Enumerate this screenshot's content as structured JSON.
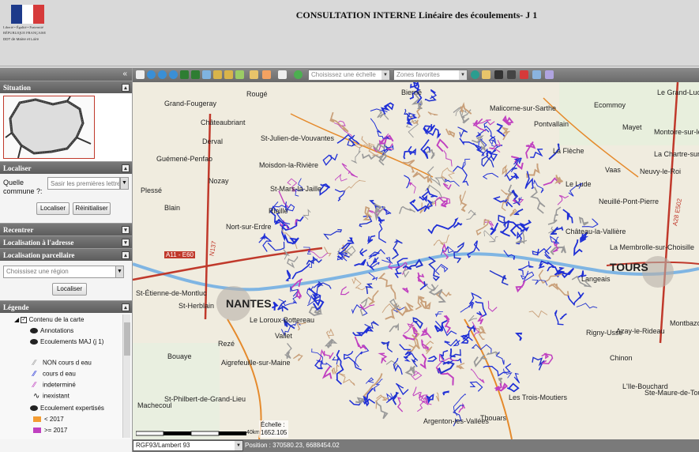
{
  "header": {
    "title": "CONSULTATION INTERNE Linéaire des écoulements- J 1",
    "logo_republic": "RÉPUBLIQUE FRANÇAISE",
    "logo_motto": "Liberté • Égalité • Fraternité",
    "logo_ddt": "DDT de Maine et Loire"
  },
  "left_panel": {
    "collapse_icon": "double-chevron-left-icon",
    "situation": {
      "title": "Situation"
    },
    "localiser": {
      "title": "Localiser",
      "commune_label": "Quelle commune ?:",
      "commune_placeholder": "Sasir les premières lettres",
      "localiser_button": "Localiser",
      "reset_button": "Réinitialiser"
    },
    "recentrer": {
      "title": "Recentrer"
    },
    "adresse": {
      "title": "Localisation à l'adresse"
    },
    "parcellaire": {
      "title": "Localisation parcellaire",
      "region_placeholder": "Choissisez une région",
      "localiser_button": "Localiser"
    },
    "legende": {
      "title": "Légende",
      "root": "Contenu de la carte",
      "items": [
        {
          "label": "Annotations"
        },
        {
          "label": "Ecoulements MAJ (j 1)"
        },
        {
          "label": "NON cours d eau",
          "color": "#999999"
        },
        {
          "label": "cours d eau",
          "color": "#1f2fd6"
        },
        {
          "label": "indeterminé",
          "color": "#c040c0"
        },
        {
          "label": "inexistant",
          "color": "#111111"
        },
        {
          "label": "Ecoulement expertisés"
        },
        {
          "label": "< 2017",
          "color": "#f39c32"
        },
        {
          "label": ">= 2017",
          "color": "#c040c0"
        }
      ]
    }
  },
  "toolbar": {
    "scale_placeholder": "Choisissez une échelle",
    "zones_placeholder": "Zones favorites"
  },
  "map": {
    "cities": [
      {
        "name": "Châteaubriant",
        "big": false
      },
      {
        "name": "Nort-sur-Erdre",
        "big": false
      },
      {
        "name": "NANTES",
        "big": true
      },
      {
        "name": "TOURS",
        "big": true
      },
      {
        "name": "Langeais",
        "big": false
      },
      {
        "name": "Chinon",
        "big": false
      },
      {
        "name": "Bierné",
        "big": false
      },
      {
        "name": "Malicorne-sur-Sarthe",
        "big": false
      },
      {
        "name": "La Flèche",
        "big": false
      },
      {
        "name": "Le Lude",
        "big": false
      },
      {
        "name": "Pontvallain",
        "big": false
      },
      {
        "name": "Ecommoy",
        "big": false
      },
      {
        "name": "Montoire-sur-le-Loir",
        "big": false
      },
      {
        "name": "La Chartre-sur-le-Loir",
        "big": false
      },
      {
        "name": "Château-la-Vallière",
        "big": false
      },
      {
        "name": "La Membrolle-sur-Choisille",
        "big": false
      },
      {
        "name": "Neuillé-Pont-Pierre",
        "big": false
      },
      {
        "name": "Azay-le-Rideau",
        "big": false
      },
      {
        "name": "Rigny-Ussé",
        "big": false
      },
      {
        "name": "Thouars",
        "big": false
      },
      {
        "name": "Argenton-les-Vallées",
        "big": false
      },
      {
        "name": "Les Trois-Moutiers",
        "big": false
      },
      {
        "name": "Ste-Maure-de-Touraine",
        "big": false
      },
      {
        "name": "Le Loroux-Bottereau",
        "big": false
      },
      {
        "name": "Vallet",
        "big": false
      },
      {
        "name": "Rezé",
        "big": false
      },
      {
        "name": "Bouaye",
        "big": false
      },
      {
        "name": "St-Herblain",
        "big": false
      },
      {
        "name": "Blain",
        "big": false
      },
      {
        "name": "Plessé",
        "big": false
      },
      {
        "name": "Nozay",
        "big": false
      },
      {
        "name": "Derval",
        "big": false
      },
      {
        "name": "Guémené-Penfao",
        "big": false
      },
      {
        "name": "Moisdon-la-Rivière",
        "big": false
      },
      {
        "name": "St-Julien-de-Vouvantes",
        "big": false
      },
      {
        "name": "St-Mars-la-Jaille",
        "big": false
      },
      {
        "name": "Riaillé",
        "big": false
      },
      {
        "name": "Rougé",
        "big": false
      },
      {
        "name": "Grand-Fougeray",
        "big": false
      },
      {
        "name": "Aigrefeuille-sur-Maine",
        "big": false
      },
      {
        "name": "St-Philbert-de-Grand-Lieu",
        "big": false
      },
      {
        "name": "Machecoul",
        "big": false
      },
      {
        "name": "Montbazon",
        "big": false
      },
      {
        "name": "L'Ile-Bouchard",
        "big": false
      },
      {
        "name": "Le Grand-Lucé",
        "big": false
      },
      {
        "name": "Mayet",
        "big": false
      },
      {
        "name": "Vaas",
        "big": false
      },
      {
        "name": "Neuvy-le-Roi",
        "big": false
      },
      {
        "name": "St-Étienne-de-Montluc",
        "big": false
      }
    ],
    "road_labels": [
      "A11 - E60",
      "N137",
      "A28 E502"
    ],
    "scale_label": "40km",
    "echelle_label": "Échelle :",
    "echelle_value": "1652.105"
  },
  "status": {
    "projection": "RGF93/Lambert 93",
    "position": "Position : 370580.23, 6688454.02"
  }
}
